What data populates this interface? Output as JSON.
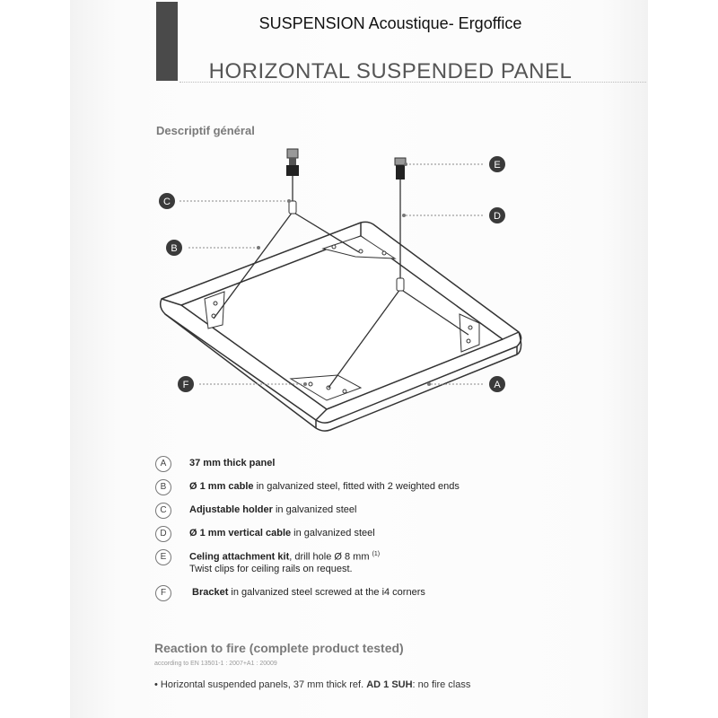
{
  "header": {
    "title": "SUSPENSION Acoustique- Ergoffice",
    "subtitle": "HORIZONTAL SUSPENDED PANEL"
  },
  "section_title": "Descriptif général",
  "callouts": [
    "A",
    "B",
    "C",
    "D",
    "E",
    "F"
  ],
  "legend": [
    {
      "letter": "A",
      "bold": "37 mm thick panel",
      "rest": ""
    },
    {
      "letter": "B",
      "bold": "Ø 1 mm cable",
      "rest": " in galvanized steel, fitted with  2 weighted ends"
    },
    {
      "letter": "C",
      "bold": "Adjustable holder",
      "rest": " in galvanized steel"
    },
    {
      "letter": "D",
      "bold": "Ø 1 mm vertical cable",
      "rest": " in galvanized steel"
    },
    {
      "letter": "E",
      "bold": "Celing attachment kit",
      "rest": ", drill hole Ø 8 mm ",
      "sup": "(1)",
      "line2": "Twist clips for ceiling rails on request."
    },
    {
      "letter": "F",
      "bold": "Bracket",
      "rest": " in galvanized steel  screwed at the i4 corners"
    }
  ],
  "fire": {
    "title": "Reaction to fire (complete product tested)",
    "note": "according to EN 13501-1 : 2007+A1 : 20009",
    "item_prefix": "•   Horizontal suspended panels, 37 mm thick ref. ",
    "item_bold": "AD 1 SUH",
    "item_suffix": ": no fire class"
  },
  "colors": {
    "accent_dark": "#4a4a4a",
    "callout_fill": "#3a3a3a",
    "line": "#333333"
  }
}
